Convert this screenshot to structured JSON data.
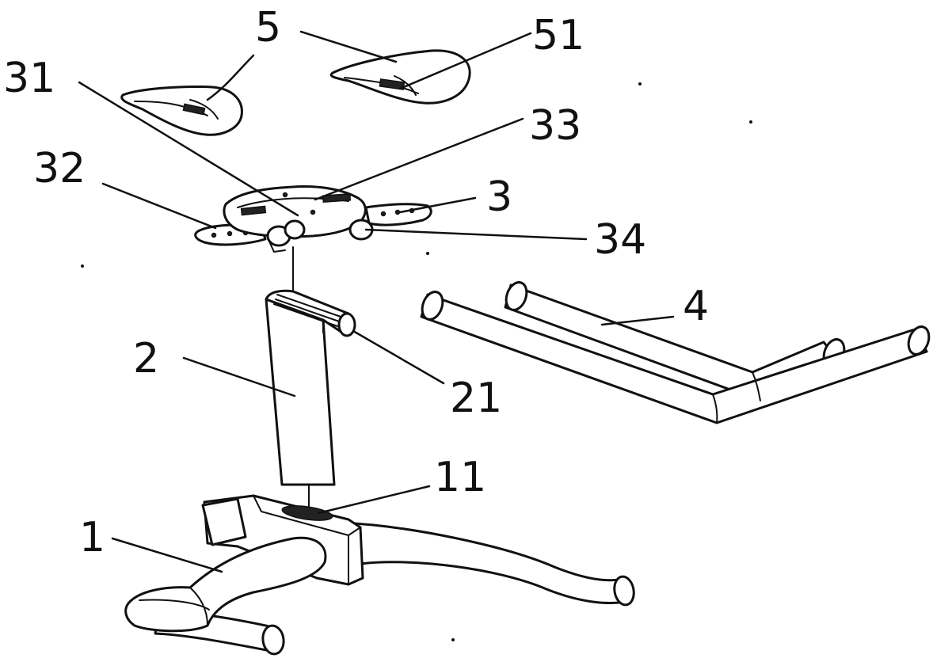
{
  "labels": {
    "l5": "5",
    "l51": "51",
    "l31": "31",
    "l33": "33",
    "l32": "32",
    "l3": "3",
    "l34": "34",
    "l4": "4",
    "l2": "2",
    "l21": "21",
    "l11": "11",
    "l1": "1"
  },
  "colors": {
    "ink": "#111111",
    "paper": "#ffffff"
  }
}
